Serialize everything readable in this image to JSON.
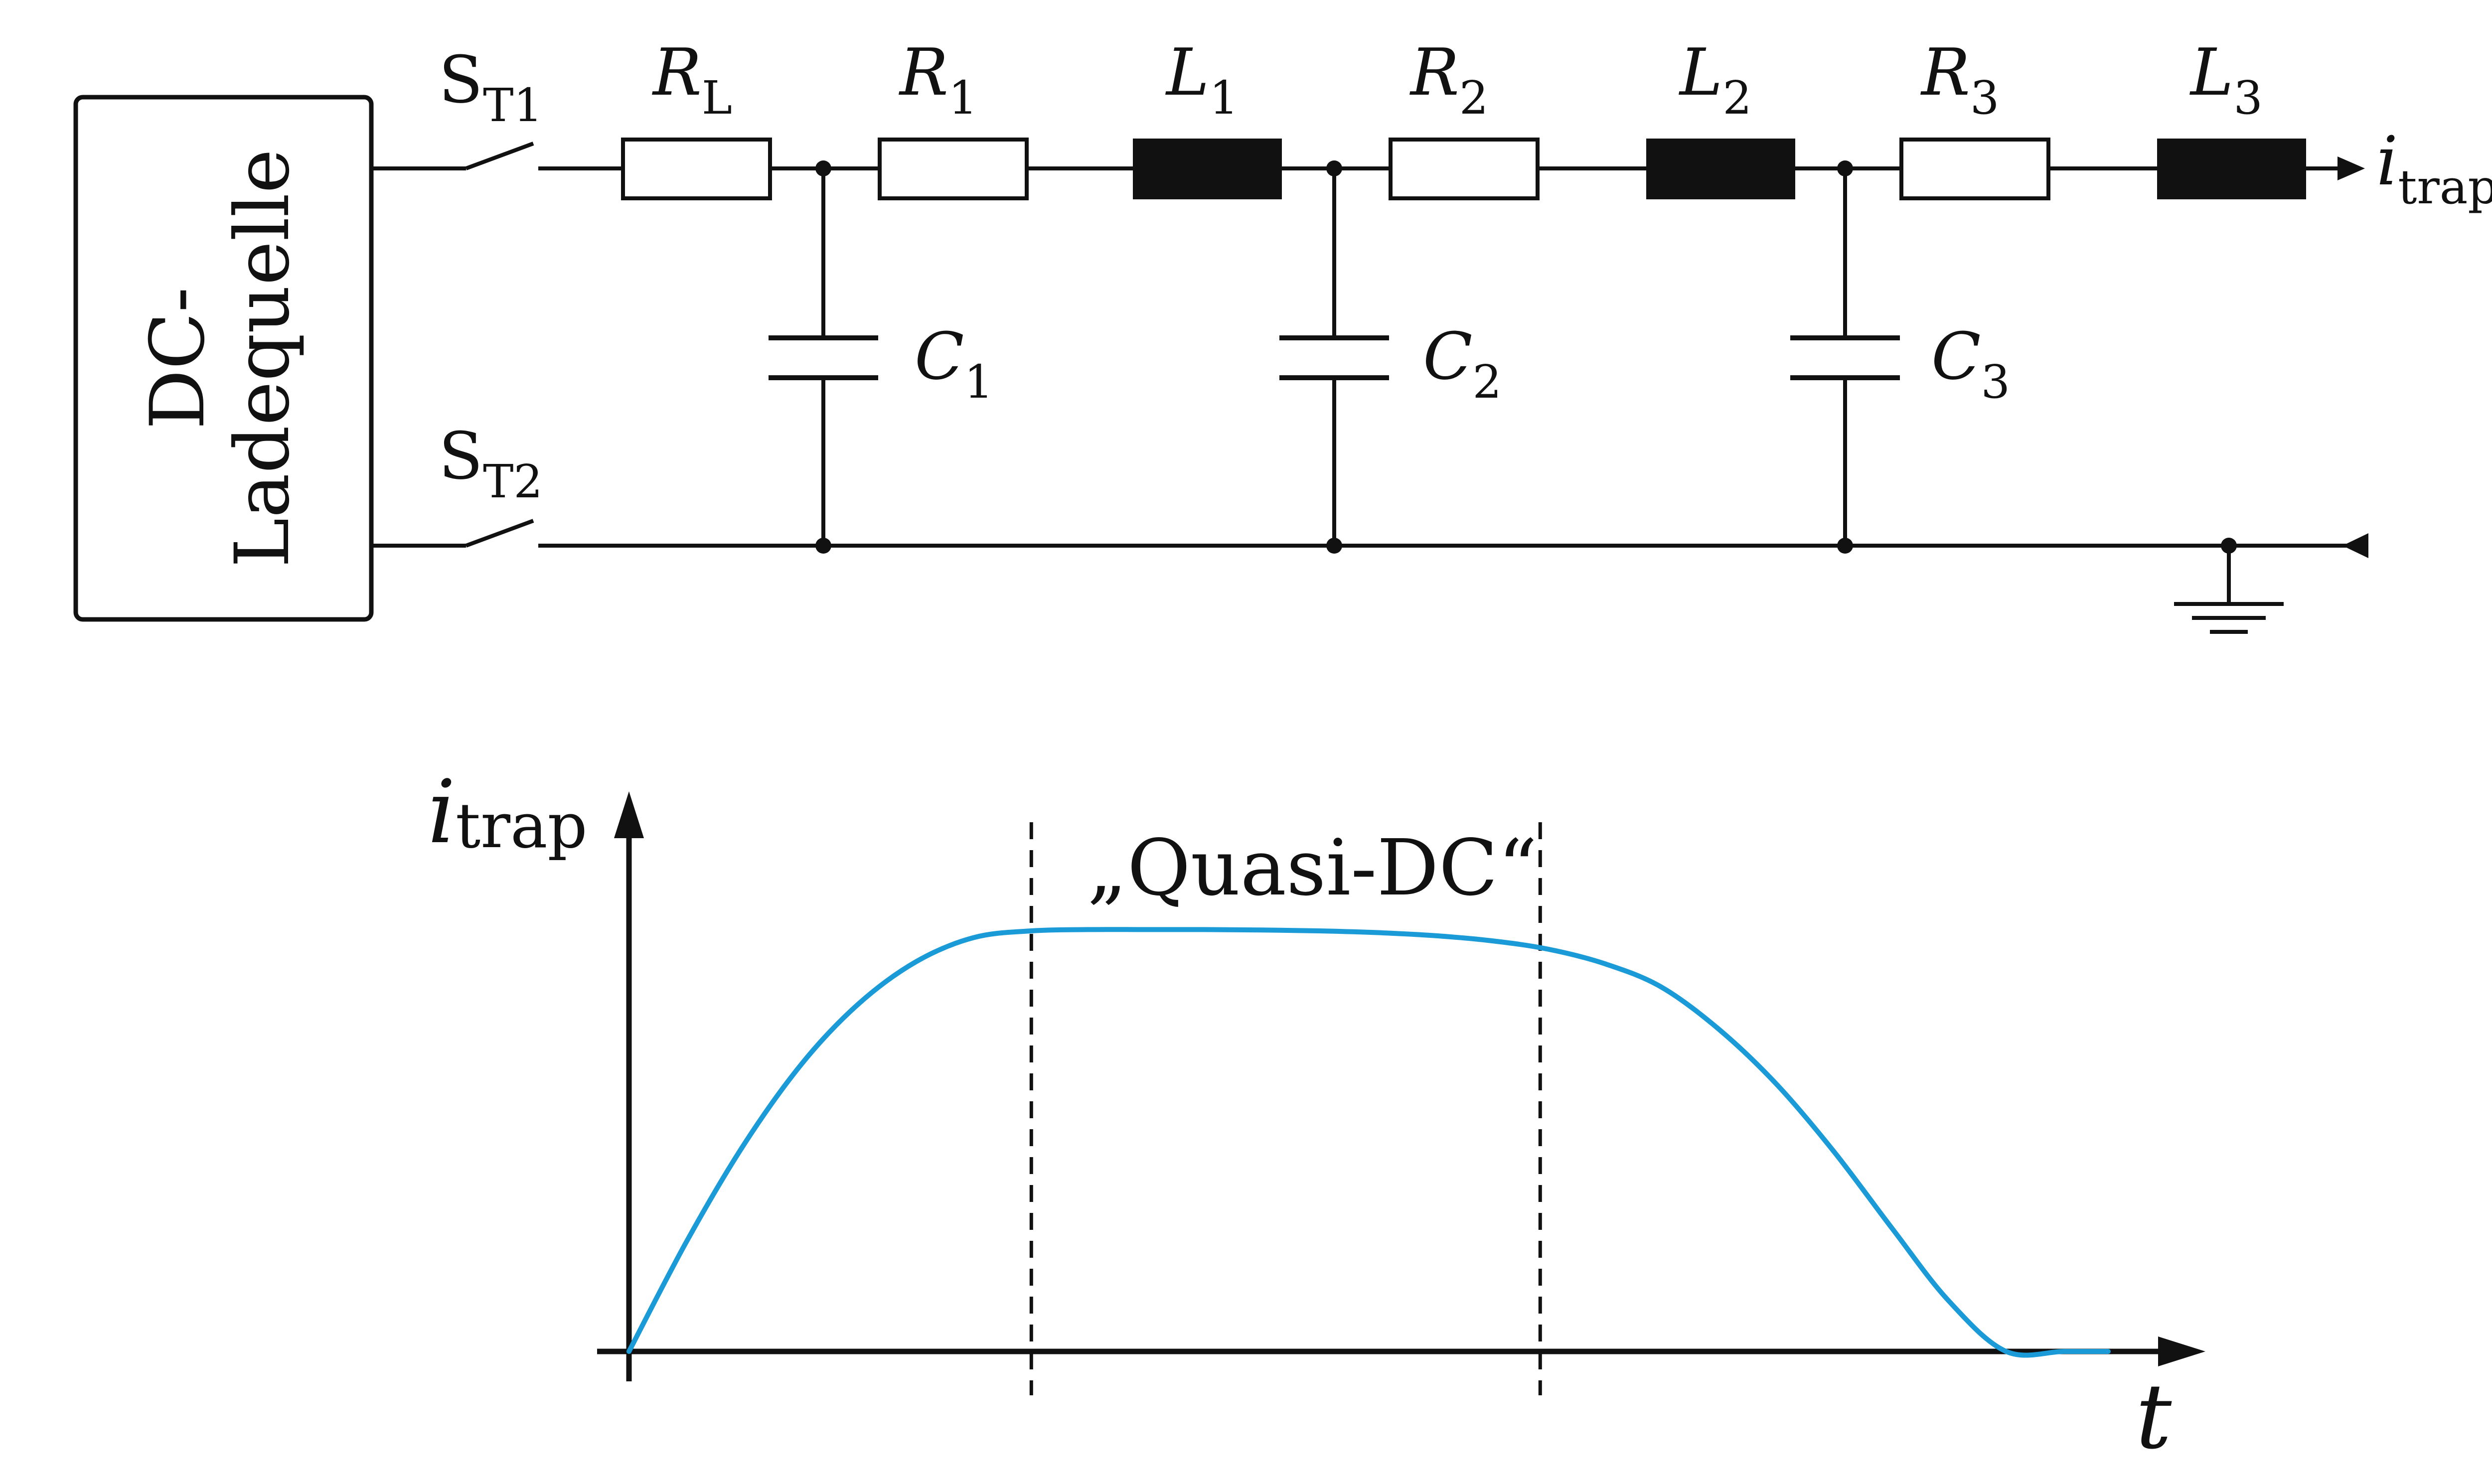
{
  "source": {
    "line1": "DC-",
    "line2": "Ladequelle"
  },
  "switches": [
    {
      "symbol": "S",
      "subscript": "T1"
    },
    {
      "symbol": "S",
      "subscript": "T2"
    }
  ],
  "resistors": [
    {
      "symbol": "R",
      "subscript": "L"
    },
    {
      "symbol": "R",
      "subscript": "1"
    },
    {
      "symbol": "R",
      "subscript": "2"
    },
    {
      "symbol": "R",
      "subscript": "3"
    }
  ],
  "inductors": [
    {
      "symbol": "L",
      "subscript": "1"
    },
    {
      "symbol": "L",
      "subscript": "2"
    },
    {
      "symbol": "L",
      "subscript": "3"
    }
  ],
  "capacitors": [
    {
      "symbol": "C",
      "subscript": "1"
    },
    {
      "symbol": "C",
      "subscript": "2"
    },
    {
      "symbol": "C",
      "subscript": "3"
    }
  ],
  "output_current": {
    "symbol": "i",
    "subscript": "trap"
  },
  "colors": {
    "line": "#111111",
    "curve": "#1a9bd7"
  },
  "chart_data": {
    "type": "line",
    "ylabel": {
      "symbol": "i",
      "subscript": "trap"
    },
    "xlabel": "t",
    "region_label": "„Quasi-DC“",
    "xlim": [
      0,
      1
    ],
    "ylim": [
      0,
      1
    ],
    "series": [
      {
        "x": [
          0,
          0.039,
          0.078,
          0.117,
          0.155,
          0.194,
          0.233,
          0.272,
          0.31,
          0.349,
          0.388,
          0.427,
          0.466,
          0.504,
          0.543,
          0.582,
          0.621,
          0.66,
          0.698,
          0.737,
          0.776,
          0.815,
          0.854,
          0.892,
          0.931,
          0.97,
          1.0
        ],
        "y": [
          0,
          0.26,
          0.49,
          0.68,
          0.82,
          0.92,
          0.977,
          0.993,
          0.996,
          0.996,
          0.996,
          0.995,
          0.993,
          0.989,
          0.982,
          0.97,
          0.95,
          0.915,
          0.86,
          0.76,
          0.63,
          0.47,
          0.29,
          0.12,
          0.0,
          0.0,
          0.0
        ]
      }
    ],
    "regions": [
      {
        "x_start": 0.272,
        "x_end": 0.616
      }
    ]
  }
}
